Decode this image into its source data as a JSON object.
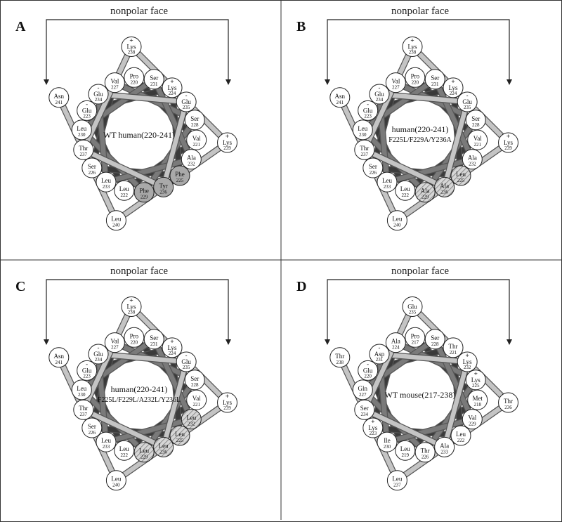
{
  "colors": {
    "frame": "#333333",
    "gray_fill": "#a9a9a9",
    "hatch_fill": "#d6d6d6",
    "hatch_line": "#8c8c8c",
    "band_dark": "#3a3a3a",
    "band_mid": "#7a7a7a",
    "band_light": "#c4c4c4"
  },
  "panels": [
    {
      "letter": "A",
      "face_label": "nonpolar face",
      "title": "WT human(220-241)",
      "subtitle": "",
      "residues": [
        {
          "name": "Pro",
          "num": "220",
          "charge": "",
          "fill": "white"
        },
        {
          "name": "Val",
          "num": "221",
          "charge": "",
          "fill": "white"
        },
        {
          "name": "Leu",
          "num": "222",
          "charge": "",
          "fill": "white"
        },
        {
          "name": "Glu",
          "num": "223",
          "charge": "-",
          "fill": "white"
        },
        {
          "name": "Lys",
          "num": "224",
          "charge": "+",
          "fill": "white"
        },
        {
          "name": "Phe",
          "num": "225",
          "charge": "",
          "fill": "gray"
        },
        {
          "name": "Ser",
          "num": "226",
          "charge": "",
          "fill": "white"
        },
        {
          "name": "Val",
          "num": "227",
          "charge": "",
          "fill": "white"
        },
        {
          "name": "Ser",
          "num": "228",
          "charge": "",
          "fill": "white"
        },
        {
          "name": "Phe",
          "num": "229",
          "charge": "",
          "fill": "gray"
        },
        {
          "name": "Leu",
          "num": "230",
          "charge": "",
          "fill": "white"
        },
        {
          "name": "Ser",
          "num": "231",
          "charge": "",
          "fill": "white"
        },
        {
          "name": "Ala",
          "num": "232",
          "charge": "",
          "fill": "white"
        },
        {
          "name": "Leu",
          "num": "233",
          "charge": "",
          "fill": "white"
        },
        {
          "name": "Glu",
          "num": "234",
          "charge": "-",
          "fill": "white"
        },
        {
          "name": "Glu",
          "num": "235",
          "charge": "-",
          "fill": "white"
        },
        {
          "name": "Tyr",
          "num": "236",
          "charge": "",
          "fill": "gray"
        },
        {
          "name": "Thr",
          "num": "237",
          "charge": "",
          "fill": "white"
        },
        {
          "name": "Lys",
          "num": "238",
          "charge": "+",
          "fill": "white"
        },
        {
          "name": "Lys",
          "num": "239",
          "charge": "+",
          "fill": "white"
        },
        {
          "name": "Leu",
          "num": "240",
          "charge": "",
          "fill": "white"
        },
        {
          "name": "Asn",
          "num": "241",
          "charge": "",
          "fill": "white"
        }
      ]
    },
    {
      "letter": "B",
      "face_label": "nonpolar face",
      "title": "human(220-241)",
      "subtitle": "F225L/F229A/Y236A",
      "residues": [
        {
          "name": "Pro",
          "num": "220",
          "charge": "",
          "fill": "white"
        },
        {
          "name": "Val",
          "num": "221",
          "charge": "",
          "fill": "white"
        },
        {
          "name": "Leu",
          "num": "222",
          "charge": "",
          "fill": "white"
        },
        {
          "name": "Glu",
          "num": "223",
          "charge": "-",
          "fill": "white"
        },
        {
          "name": "Lys",
          "num": "224",
          "charge": "+",
          "fill": "white"
        },
        {
          "name": "Leu",
          "num": "225",
          "charge": "",
          "fill": "hatch"
        },
        {
          "name": "Ser",
          "num": "226",
          "charge": "",
          "fill": "white"
        },
        {
          "name": "Val",
          "num": "227",
          "charge": "",
          "fill": "white"
        },
        {
          "name": "Ser",
          "num": "228",
          "charge": "",
          "fill": "white"
        },
        {
          "name": "Ala",
          "num": "229",
          "charge": "",
          "fill": "hatch"
        },
        {
          "name": "Leu",
          "num": "230",
          "charge": "",
          "fill": "white"
        },
        {
          "name": "Ser",
          "num": "231",
          "charge": "",
          "fill": "white"
        },
        {
          "name": "Ala",
          "num": "232",
          "charge": "",
          "fill": "white"
        },
        {
          "name": "Leu",
          "num": "233",
          "charge": "",
          "fill": "white"
        },
        {
          "name": "Glu",
          "num": "234",
          "charge": "-",
          "fill": "white"
        },
        {
          "name": "Glu",
          "num": "235",
          "charge": "-",
          "fill": "white"
        },
        {
          "name": "Ala",
          "num": "236",
          "charge": "",
          "fill": "hatch"
        },
        {
          "name": "Thr",
          "num": "237",
          "charge": "",
          "fill": "white"
        },
        {
          "name": "Lys",
          "num": "238",
          "charge": "+",
          "fill": "white"
        },
        {
          "name": "Lys",
          "num": "239",
          "charge": "+",
          "fill": "white"
        },
        {
          "name": "Leu",
          "num": "240",
          "charge": "",
          "fill": "white"
        },
        {
          "name": "Asn",
          "num": "241",
          "charge": "",
          "fill": "white"
        }
      ]
    },
    {
      "letter": "C",
      "face_label": "nonpolar face",
      "title": "human(220-241)",
      "subtitle": "F225L/F229L/A232L/Y236L",
      "residues": [
        {
          "name": "Pro",
          "num": "220",
          "charge": "",
          "fill": "white"
        },
        {
          "name": "Val",
          "num": "221",
          "charge": "",
          "fill": "white"
        },
        {
          "name": "Leu",
          "num": "222",
          "charge": "",
          "fill": "white"
        },
        {
          "name": "Glu",
          "num": "223",
          "charge": "-",
          "fill": "white"
        },
        {
          "name": "Lys",
          "num": "224",
          "charge": "+",
          "fill": "white"
        },
        {
          "name": "Leu",
          "num": "225",
          "charge": "",
          "fill": "hatch"
        },
        {
          "name": "Ser",
          "num": "226",
          "charge": "",
          "fill": "white"
        },
        {
          "name": "Val",
          "num": "227",
          "charge": "",
          "fill": "white"
        },
        {
          "name": "Ser",
          "num": "228",
          "charge": "",
          "fill": "white"
        },
        {
          "name": "Leu",
          "num": "229",
          "charge": "",
          "fill": "hatch"
        },
        {
          "name": "Leu",
          "num": "230",
          "charge": "",
          "fill": "white"
        },
        {
          "name": "Ser",
          "num": "231",
          "charge": "",
          "fill": "white"
        },
        {
          "name": "Leu",
          "num": "232",
          "charge": "",
          "fill": "hatch"
        },
        {
          "name": "Leu",
          "num": "233",
          "charge": "",
          "fill": "white"
        },
        {
          "name": "Glu",
          "num": "234",
          "charge": "-",
          "fill": "white"
        },
        {
          "name": "Glu",
          "num": "235",
          "charge": "-",
          "fill": "white"
        },
        {
          "name": "Leu",
          "num": "236",
          "charge": "",
          "fill": "hatch"
        },
        {
          "name": "Thr",
          "num": "237",
          "charge": "",
          "fill": "white"
        },
        {
          "name": "Lys",
          "num": "238",
          "charge": "+",
          "fill": "white"
        },
        {
          "name": "Lys",
          "num": "239",
          "charge": "+",
          "fill": "white"
        },
        {
          "name": "Leu",
          "num": "240",
          "charge": "",
          "fill": "white"
        },
        {
          "name": "Asn",
          "num": "241",
          "charge": "",
          "fill": "white"
        }
      ]
    },
    {
      "letter": "D",
      "face_label": "nonpolar face",
      "title": "WT mouse(217-238)",
      "subtitle": "",
      "residues": [
        {
          "name": "Pro",
          "num": "217",
          "charge": "",
          "fill": "white"
        },
        {
          "name": "Met",
          "num": "218",
          "charge": "",
          "fill": "white"
        },
        {
          "name": "Leu",
          "num": "219",
          "charge": "",
          "fill": "white"
        },
        {
          "name": "Glu",
          "num": "220",
          "charge": "-",
          "fill": "white"
        },
        {
          "name": "Thr",
          "num": "221",
          "charge": "",
          "fill": "white"
        },
        {
          "name": "Leu",
          "num": "222",
          "charge": "",
          "fill": "white"
        },
        {
          "name": "Lys",
          "num": "223",
          "charge": "+",
          "fill": "white"
        },
        {
          "name": "Ala",
          "num": "224",
          "charge": "",
          "fill": "white"
        },
        {
          "name": "Lys",
          "num": "225",
          "charge": "+",
          "fill": "white"
        },
        {
          "name": "Thr",
          "num": "226",
          "charge": "",
          "fill": "white"
        },
        {
          "name": "Gln",
          "num": "227",
          "charge": "",
          "fill": "white"
        },
        {
          "name": "Ser",
          "num": "228",
          "charge": "",
          "fill": "white"
        },
        {
          "name": "Val",
          "num": "229",
          "charge": "",
          "fill": "white"
        },
        {
          "name": "Ile",
          "num": "230",
          "charge": "",
          "fill": "white"
        },
        {
          "name": "Asp",
          "num": "231",
          "charge": "-",
          "fill": "white"
        },
        {
          "name": "Lys",
          "num": "232",
          "charge": "+",
          "fill": "white"
        },
        {
          "name": "Ala",
          "num": "233",
          "charge": "",
          "fill": "white"
        },
        {
          "name": "Ser",
          "num": "234",
          "charge": "",
          "fill": "white"
        },
        {
          "name": "Glu",
          "num": "235",
          "charge": "-",
          "fill": "white"
        },
        {
          "name": "Thr",
          "num": "236",
          "charge": "",
          "fill": "white"
        },
        {
          "name": "Leu",
          "num": "237",
          "charge": "",
          "fill": "white"
        },
        {
          "name": "Thr",
          "num": "238",
          "charge": "",
          "fill": "white"
        }
      ]
    }
  ]
}
